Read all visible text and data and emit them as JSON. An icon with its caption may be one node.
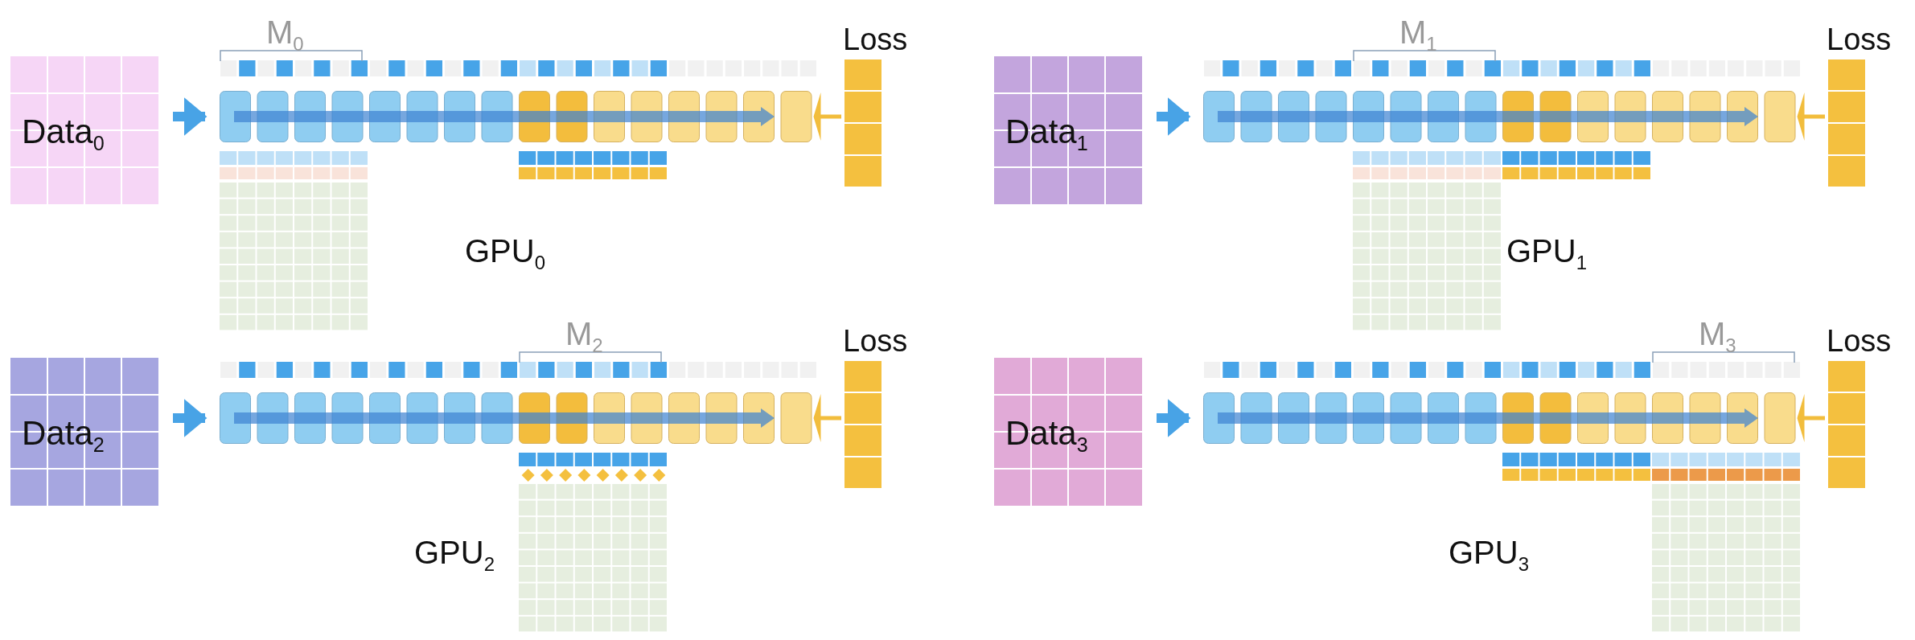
{
  "diagram": {
    "nodes": [
      {
        "text": [
          "Data$_{0}$"
        ]
      },
      {
        "text": [],
        "shape": "box"
      },
      {
        "text": [
          "Loss"
        ]
      },
      {
        "text": [
          "Data$_{1}$"
        ]
      },
      {
        "text": [],
        "shape": "box"
      },
      {
        "text": [
          "Loss"
        ]
      },
      {
        "text": [
          "Data$_{2}$"
        ]
      },
      {
        "text": [],
        "shape": "box"
      },
      {
        "text": [
          "Loss"
        ]
      },
      {
        "text": [
          "Data$_{3}$"
        ]
      },
      {
        "text": [],
        "shape": "box"
      },
      {
        "text": [
          "Loss"
        ]
      }
    ],
    "edges": [
      {
        "from": 0,
        "to": 1,
        "arrow": "to",
        "style": "thick"
      },
      {
        "from": 2,
        "to": 1,
        "arrow": "to",
        "color": "#f2bd3c"
      },
      {
        "from": 3,
        "to": 4,
        "arrow": "to",
        "style": "thick"
      },
      {
        "from": 5,
        "to": 4,
        "arrow": "to",
        "color": "#f2bd3c"
      },
      {
        "from": 6,
        "to": 7,
        "arrow": "to",
        "style": "thick"
      },
      {
        "from": 8,
        "to": 7,
        "arrow": "to",
        "color": "#f2bd3c"
      },
      {
        "from": 9,
        "to": 10,
        "arrow": "to",
        "style": "thick"
      },
      {
        "from": 11,
        "to": 10,
        "arrow": "to",
        "color": "#f2bd3c"
      }
    ],
    "labels": [
      "M$_{0}$",
      "M$_{1}$",
      "GPU$_{0}$",
      "GPU$_{1}$",
      "M$_{2}$",
      "M$_{3}$",
      "GPU$_{2}$",
      "GPU$_{3}$"
    ]
  }
}
